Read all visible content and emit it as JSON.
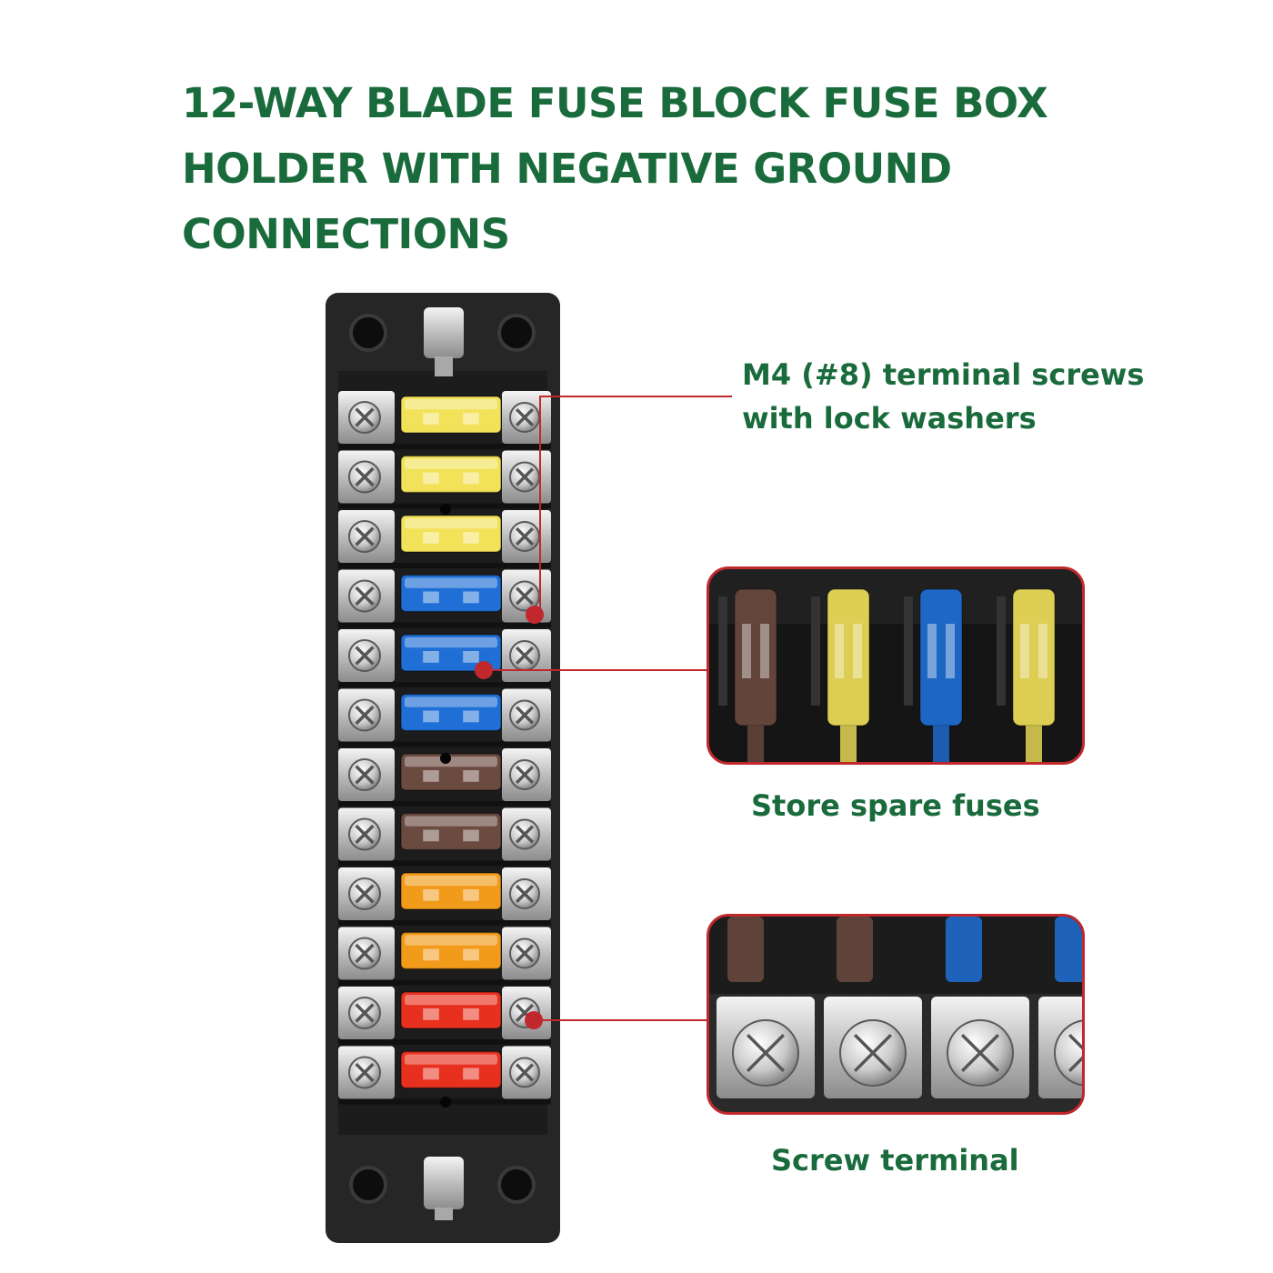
{
  "title_lines": [
    "12-WAY BLADE FUSE BLOCK FUSE BOX",
    "HOLDER WITH NEGATIVE GROUND",
    "CONNECTIONS"
  ],
  "callouts": {
    "terminal_screws": [
      "M4 (#8) terminal screws",
      "with lock washers"
    ],
    "spare_fuses": "Store spare fuses",
    "screw_terminal": "Screw terminal"
  },
  "colors": {
    "title_green": "#1a6b3c",
    "callout_line": "#c0282d",
    "block_body": "#2a2a2a",
    "fuse_yellow": "#f2e25a",
    "fuse_blue": "#1f6fd6",
    "fuse_brown": "#6b4a40",
    "fuse_orange": "#f29a1a",
    "fuse_red": "#e8301f"
  },
  "fuses": [
    "yellow",
    "yellow",
    "yellow",
    "blue",
    "blue",
    "blue",
    "brown",
    "brown",
    "orange",
    "orange",
    "red",
    "red"
  ],
  "spare_fuses": [
    "brown",
    "yellow",
    "blue",
    "yellow"
  ]
}
